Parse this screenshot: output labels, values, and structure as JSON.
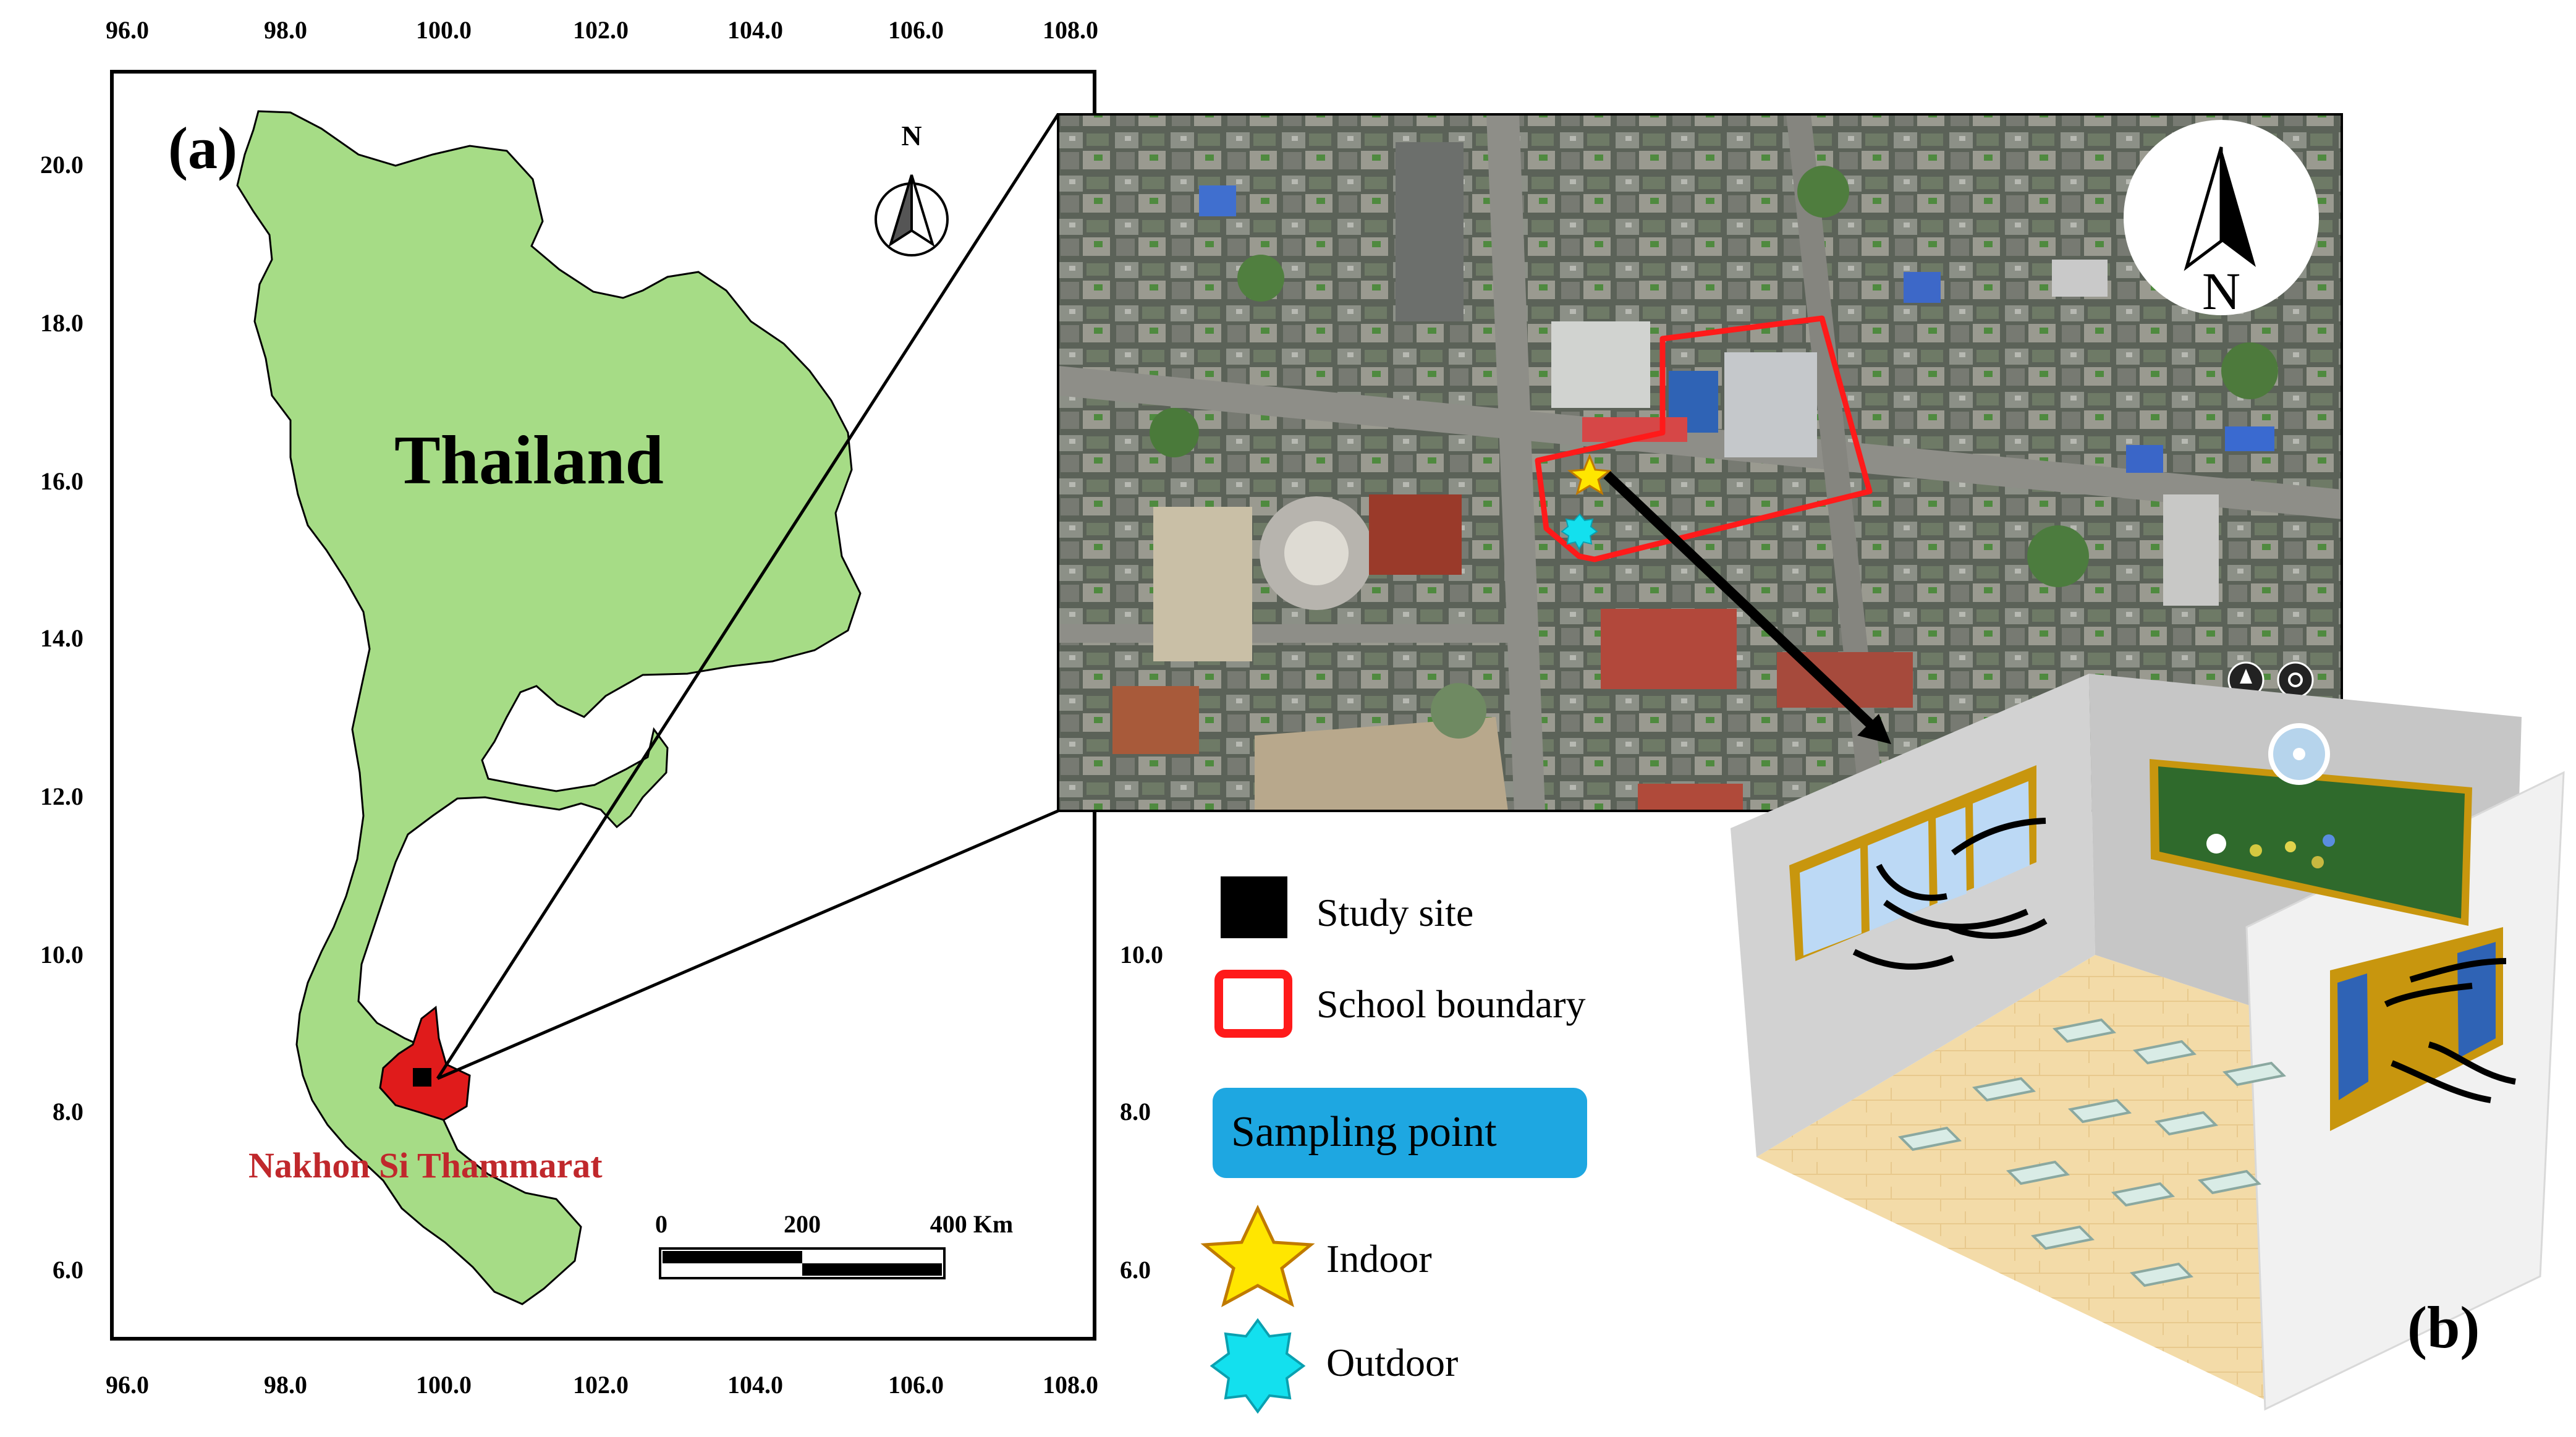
{
  "panel_a": {
    "label": "(a)",
    "country_label": "Thailand",
    "province_label": "Nakhon Si Thammarat",
    "north_label": "N",
    "top_ticks": [
      "96.0",
      "98.0",
      "100.0",
      "102.0",
      "104.0",
      "106.0",
      "108.0"
    ],
    "bottom_ticks": [
      "96.0",
      "98.0",
      "100.0",
      "102.0",
      "104.0",
      "106.0",
      "108.0"
    ],
    "left_ticks": [
      "20.0",
      "18.0",
      "16.0",
      "14.0",
      "12.0",
      "10.0",
      "8.0",
      "6.0"
    ],
    "right_ticks": [
      "10.0",
      "8.0",
      "6.0"
    ],
    "scale_bar": {
      "labels": [
        "0",
        "200",
        "400 Km"
      ]
    }
  },
  "satellite": {
    "north_label": "N"
  },
  "legend": {
    "items": [
      {
        "label": "Study site"
      },
      {
        "label": "School boundary"
      },
      {
        "label": "Sampling  point"
      },
      {
        "label": "Indoor"
      },
      {
        "label": "Outdoor"
      }
    ]
  },
  "panel_b": {
    "label": "(b)"
  },
  "colors": {
    "land": "#a6dc86",
    "province": "#e01b1b",
    "province_text": "#c0282c",
    "boundary": "#ff1a1a",
    "sampling_badge": "#1ea7e1",
    "indoor_star": "#ffe600",
    "outdoor_marker": "#13e0ee",
    "chalkboard": "#2f6a2c",
    "window_frame": "#c8960e",
    "floor": "#f2d6a0"
  }
}
